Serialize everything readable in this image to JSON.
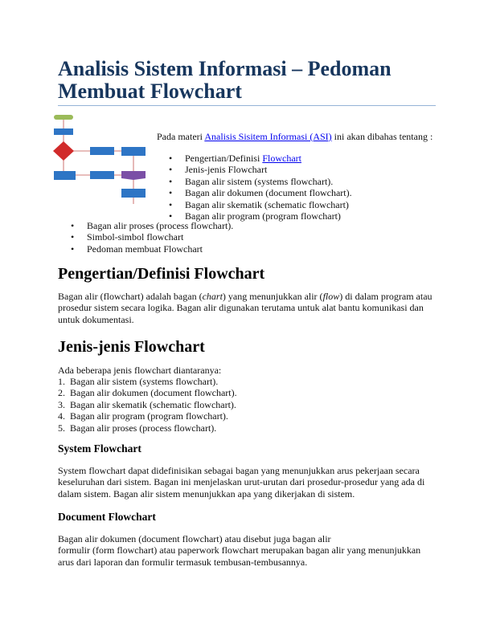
{
  "title": "Analisis Sistem Informasi – Pedoman Membuat Flowchart",
  "colors": {
    "title": "#17365d",
    "rule": "#95b3d7",
    "link": "#0000ee"
  },
  "figure": {
    "name": "flowchart-thumbnail",
    "description": "Small flowchart diagram with green terminator, blue process boxes, red decision diamond, purple document shape"
  },
  "intro": {
    "prefix": "Pada materi ",
    "link": "Analisis Sisitem Informasi (ASI)",
    "suffix": " ini akan dibahas tentang :"
  },
  "toc": [
    {
      "text": "Pengertian/Definisi ",
      "link": "Flowchart"
    },
    {
      "text": "Jenis-jenis Flowchart"
    },
    {
      "text": "Bagan alir sistem (systems flowchart)."
    },
    {
      "text": "Bagan alir dokumen (document flowchart)."
    },
    {
      "text": "Bagan alir skematik (schematic flowchart)"
    },
    {
      "text": "Bagan alir program (program flowchart)"
    },
    {
      "text": "Bagan alir proses (process flowchart)."
    },
    {
      "text": "Simbol-simbol flowchart"
    },
    {
      "text": "Pedoman membuat Flowchart"
    }
  ],
  "sections": {
    "definisi": {
      "heading": "Pengertian/Definisi Flowchart",
      "p1": "Bagan alir  (flowchart) adalah bagan  (",
      "p1_em1": "chart",
      "p1b": ") yang menunjukkan alir  (",
      "p1_em2": "flow",
      "p1c": ") di dalam program atau prosedur sistem secara logika. Bagan alir digunakan terutama untuk alat bantu komunikasi dan untuk dokumentasi."
    },
    "jenis": {
      "heading": "Jenis-jenis Flowchart",
      "lead": "Ada beberapa jenis flowchart diantaranya:",
      "items": [
        {
          "num": "1.",
          "text": "Bagan alir sistem (systems flowchart)."
        },
        {
          "num": "2.",
          "text": "Bagan alir dokumen (document flowchart)."
        },
        {
          "num": "3.",
          "text": "Bagan alir skematik (schematic flowchart)."
        },
        {
          "num": "4.",
          "text": "Bagan alir program (program flowchart)."
        },
        {
          "num": "5.",
          "text": "Bagan alir proses (process flowchart)."
        }
      ]
    },
    "system": {
      "heading": "System Flowchart",
      "body": "System flowchart dapat didefinisikan sebagai bagan yang menunjukkan arus pekerjaan secara keseluruhan dari sistem. Bagan ini menjelaskan urut-urutan dari prosedur-prosedur yang ada di dalam sistem. Bagan alir sistem menunjukkan apa yang dikerjakan di sistem."
    },
    "document": {
      "heading": "Document Flowchart",
      "line1": "Bagan alir dokumen  (document flowchart)  atau disebut juga bagan alir",
      "line2": "formulir  (form  flowchart)  atau  paperwork flowchart merupakan bagan alir yang menunjukkan arus dari laporan dan formulir termasuk tembusan-tembusannya."
    }
  }
}
